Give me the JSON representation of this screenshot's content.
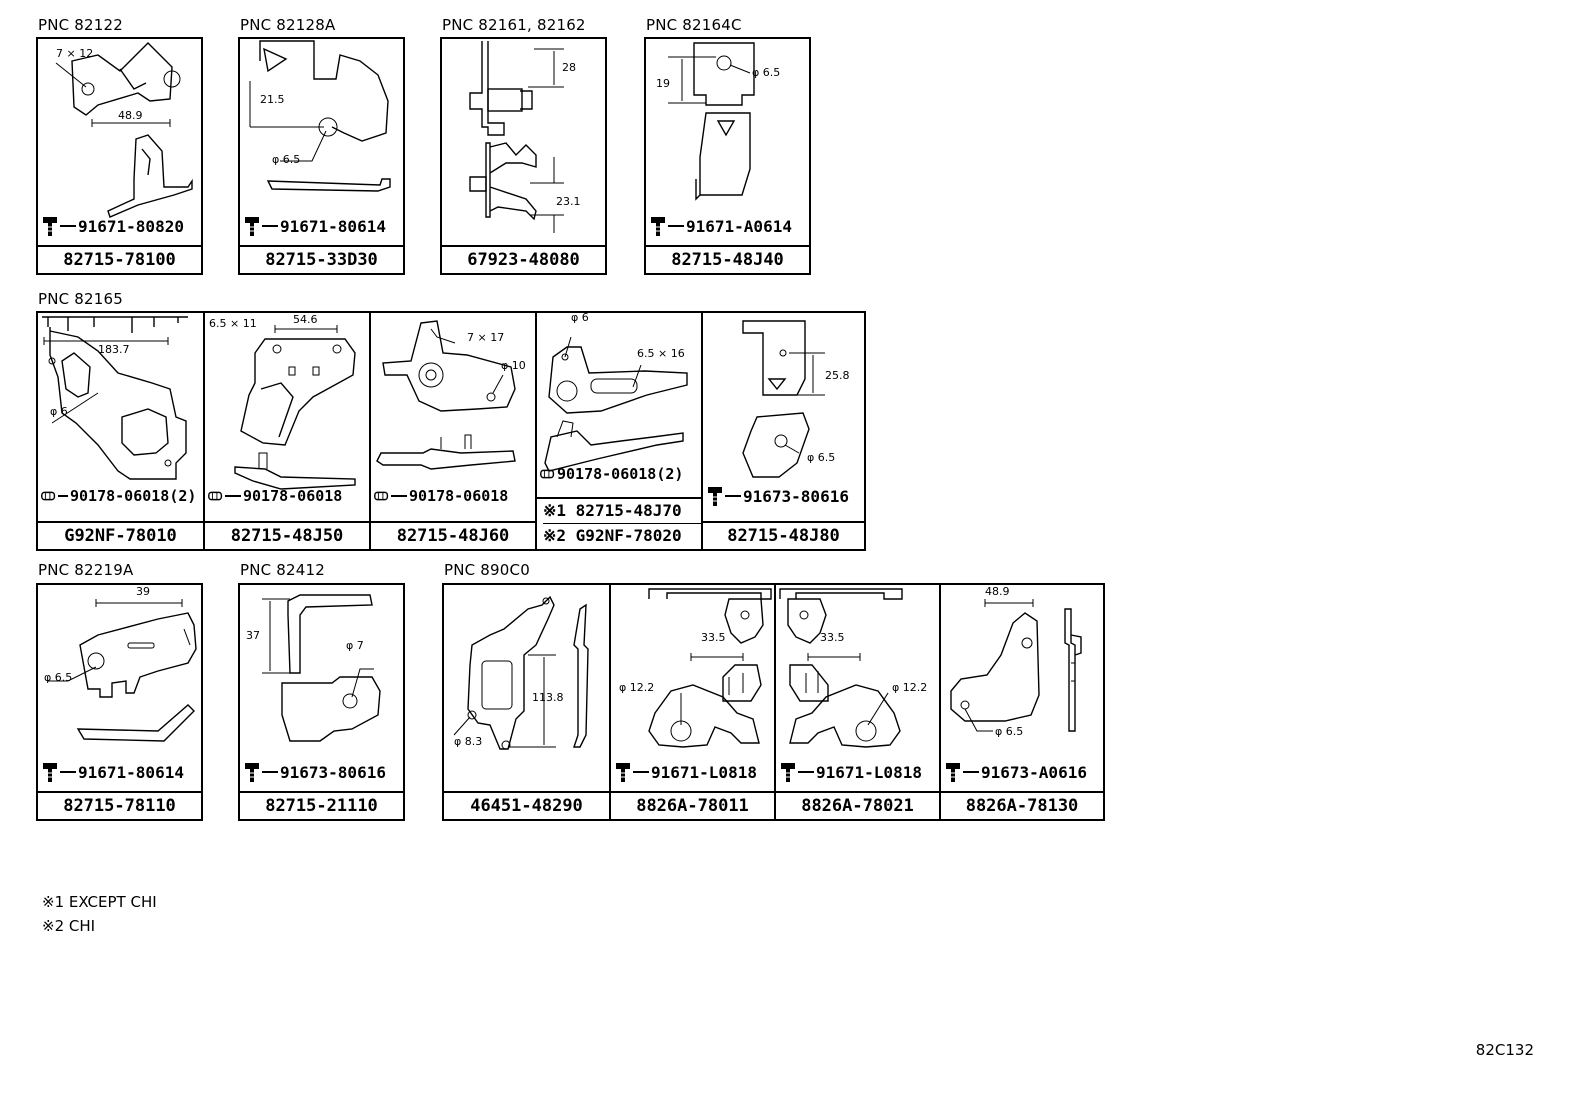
{
  "row1": [
    {
      "pnc": "PNC 82122",
      "fastener": "91671-80820",
      "part": "82715-78100",
      "dims": [
        "7 × 12",
        "48.9"
      ]
    },
    {
      "pnc": "PNC 82128A",
      "fastener": "91671-80614",
      "part": "82715-33D30",
      "dims": [
        "21.5",
        "φ 6.5"
      ]
    },
    {
      "pnc": "PNC 82161, 82162",
      "fastener": "",
      "part": "67923-48080",
      "dims": [
        "28",
        "23.1"
      ]
    },
    {
      "pnc": "PNC 82164C",
      "fastener": "91671-A0614",
      "part": "82715-48J40",
      "dims": [
        "19",
        "φ 6.5"
      ]
    }
  ],
  "row2": {
    "pnc": "PNC 82165",
    "cells": [
      {
        "fastener": "90178-06018(2)",
        "part": "G92NF-78010",
        "dims": [
          "183.7",
          "φ 6"
        ]
      },
      {
        "fastener": "90178-06018",
        "part": "82715-48J50",
        "dims": [
          "6.5 × 11",
          "54.6"
        ]
      },
      {
        "fastener": "90178-06018",
        "part": "82715-48J60",
        "dims": [
          "7 × 17",
          "φ 10"
        ]
      },
      {
        "fastener": "90178-06018(2)",
        "part_lines": [
          "※1 82715-48J70",
          "※2 G92NF-78020"
        ],
        "dims": [
          "φ 6",
          "6.5 × 16"
        ]
      },
      {
        "fastener": "91673-80616",
        "part": "82715-48J80",
        "dims": [
          "25.8",
          "φ 6.5"
        ]
      }
    ]
  },
  "row3": [
    {
      "pnc": "PNC 82219A",
      "fastener": "91671-80614",
      "part": "82715-78110",
      "dims": [
        "39",
        "φ 6.5"
      ]
    },
    {
      "pnc": "PNC 82412",
      "fastener": "91673-80616",
      "part": "82715-21110",
      "dims": [
        "37",
        "φ 7"
      ]
    }
  ],
  "row3b": {
    "pnc": "PNC 890C0",
    "cells": [
      {
        "fastener": "",
        "part": "46451-48290",
        "dims": [
          "113.8",
          "φ 8.3"
        ]
      },
      {
        "fastener": "91671-L0818",
        "part": "8826A-78011",
        "dims": [
          "33.5",
          "φ 12.2"
        ]
      },
      {
        "fastener": "91671-L0818",
        "part": "8826A-78021",
        "dims": [
          "33.5",
          "φ 12.2"
        ]
      },
      {
        "fastener": "91673-A0616",
        "part": "8826A-78130",
        "dims": [
          "48.9",
          "φ 6.5"
        ]
      }
    ]
  },
  "notes": [
    "※1 EXCEPT CHI",
    "※2 CHI"
  ],
  "diagram_code": "82C132"
}
